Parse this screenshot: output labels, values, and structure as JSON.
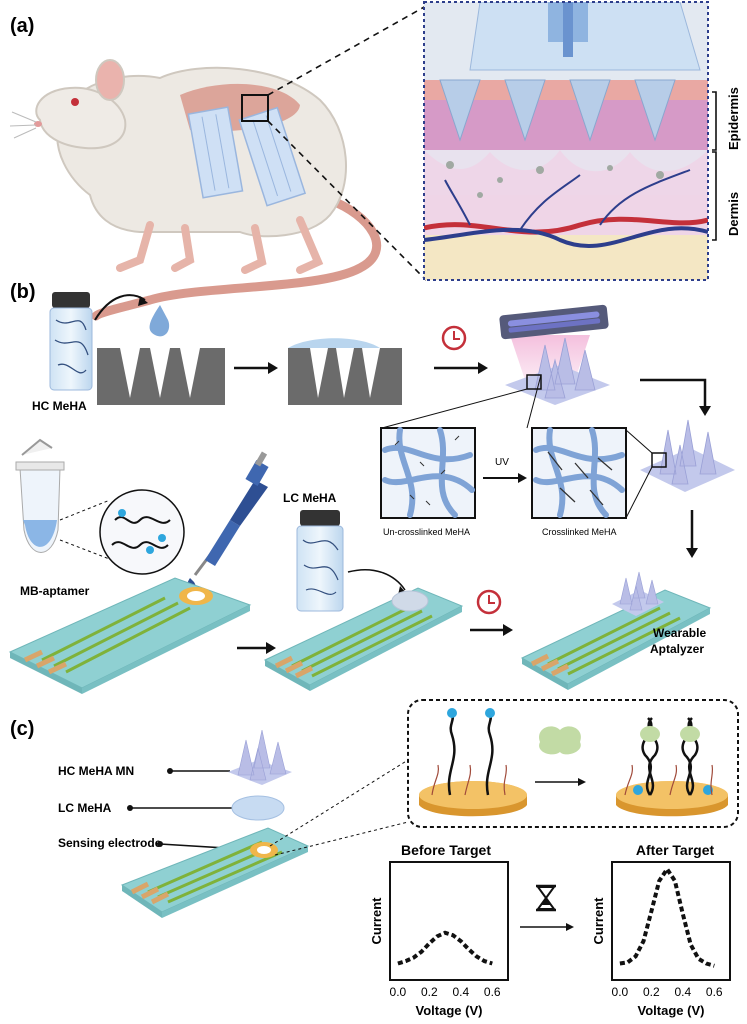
{
  "panels": {
    "a": "(a)",
    "b": "(b)",
    "c": "(c)"
  },
  "panel_a": {
    "epidermis": "Epidermis",
    "dermis": "Dermis"
  },
  "panel_b": {
    "hc_meha": "HC MeHA",
    "lc_meha": "LC MeHA",
    "mb_aptamer": "MB-aptamer",
    "uv": "UV",
    "uncrosslinked": "Un-crosslinked MeHA",
    "crosslinked": "Crosslinked MeHA",
    "wearable_line1": "Wearable",
    "wearable_line2": "Aptalyzer"
  },
  "panel_c": {
    "hc_meha_mn": "HC MeHA MN",
    "lc_meha": "LC MeHA",
    "sensing_electrode": "Sensing electrode"
  },
  "colors": {
    "blood_red": "#c4303a",
    "vein_blue": "#2d3e8c",
    "strip": "#8fd0d2",
    "stripe_green": "#7fb23a",
    "electrode_gold": "#f0b64a",
    "mn_lilac": "#b9bde6"
  },
  "chart_data": [
    {
      "type": "line",
      "title": "Before Target",
      "xlabel": "Voltage (V)",
      "ylabel": "Current",
      "xticks": [
        "0.0",
        "0.2",
        "0.4",
        "0.6"
      ],
      "xlim": [
        -0.05,
        0.7
      ],
      "ylim": [
        0,
        1
      ],
      "series": [
        {
          "x": [
            0.0,
            0.05,
            0.1,
            0.15,
            0.2,
            0.25,
            0.3,
            0.35,
            0.4,
            0.45,
            0.5,
            0.55,
            0.6
          ],
          "y": [
            0.14,
            0.16,
            0.19,
            0.24,
            0.31,
            0.37,
            0.4,
            0.38,
            0.33,
            0.26,
            0.2,
            0.16,
            0.14
          ]
        }
      ]
    },
    {
      "type": "line",
      "title": "After Target",
      "xlabel": "Voltage (V)",
      "ylabel": "Current",
      "xticks": [
        "0.0",
        "0.2",
        "0.4",
        "0.6"
      ],
      "xlim": [
        -0.05,
        0.7
      ],
      "ylim": [
        0,
        1
      ],
      "series": [
        {
          "x": [
            0.0,
            0.05,
            0.1,
            0.15,
            0.2,
            0.25,
            0.3,
            0.35,
            0.4,
            0.45,
            0.5,
            0.55,
            0.6
          ],
          "y": [
            0.14,
            0.15,
            0.2,
            0.33,
            0.58,
            0.84,
            0.94,
            0.84,
            0.56,
            0.3,
            0.18,
            0.14,
            0.12
          ]
        }
      ]
    }
  ]
}
